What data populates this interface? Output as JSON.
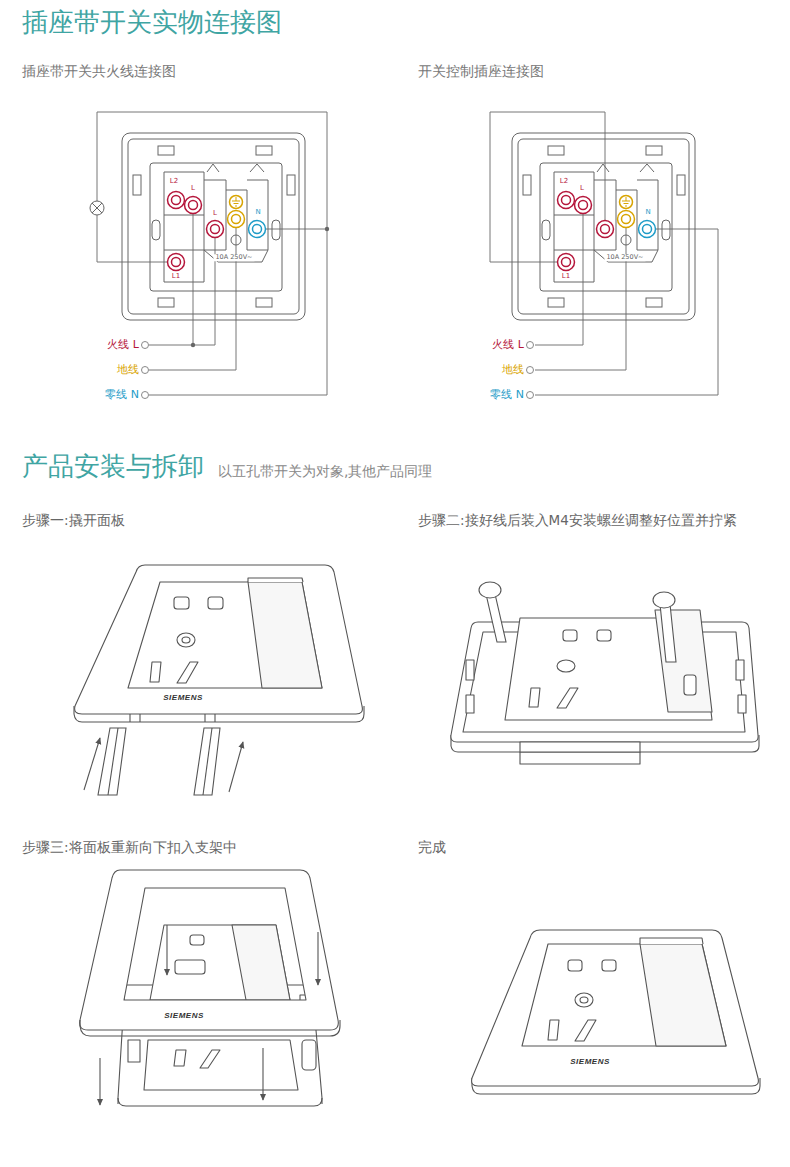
{
  "diagram": {
    "title": "插座带开关实物连接图",
    "labels": [
      "插座带开关共火线连接图",
      "开关控制插座连接图",
      "L2",
      "L",
      "L",
      "N",
      "L1",
      "10A 250V~",
      "火线 L",
      "地线",
      "零线 N",
      "L2",
      "L",
      "N",
      "L1",
      "10A 250V~",
      "火线 L",
      "地线",
      "零线 N",
      "产品安装与拆卸",
      "以五孔带开关为对象,其他产品同理",
      "步骤一:撬开面板",
      "步骤二:接好线后装入M4安装螺丝调整好位置并拧紧",
      "步骤三:将面板重新向下扣入支架中",
      "完成",
      "SIEMENS",
      "SIEMENS",
      "SIEMENS"
    ]
  }
}
